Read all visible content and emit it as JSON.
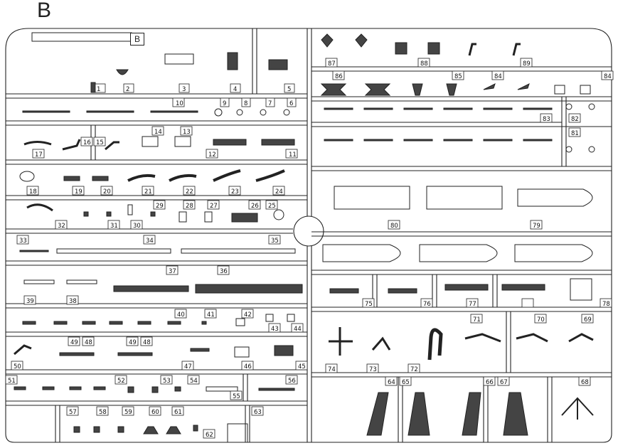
{
  "sprue": {
    "letter": "B",
    "inline_letter": "B"
  },
  "colors": {
    "line": "#222222",
    "background": "#ffffff",
    "part_fill": "#444444"
  },
  "parts": [
    "1",
    "2",
    "3",
    "4",
    "5",
    "6",
    "7",
    "8",
    "9",
    "10",
    "11",
    "12",
    "13",
    "14",
    "15",
    "16",
    "17",
    "18",
    "19",
    "20",
    "21",
    "22",
    "23",
    "24",
    "25",
    "26",
    "27",
    "28",
    "29",
    "30",
    "31",
    "32",
    "33",
    "34",
    "35",
    "36",
    "37",
    "38",
    "39",
    "40",
    "41",
    "42",
    "43",
    "44",
    "45",
    "46",
    "47",
    "48",
    "49",
    "50",
    "51",
    "52",
    "53",
    "54",
    "55",
    "56",
    "57",
    "58",
    "59",
    "60",
    "61",
    "62",
    "63",
    "64",
    "65",
    "66",
    "67",
    "68",
    "69",
    "70",
    "71",
    "72",
    "73",
    "74",
    "75",
    "76",
    "77",
    "78",
    "79",
    "80",
    "81",
    "82",
    "83",
    "84",
    "85",
    "86",
    "87",
    "88",
    "89"
  ]
}
